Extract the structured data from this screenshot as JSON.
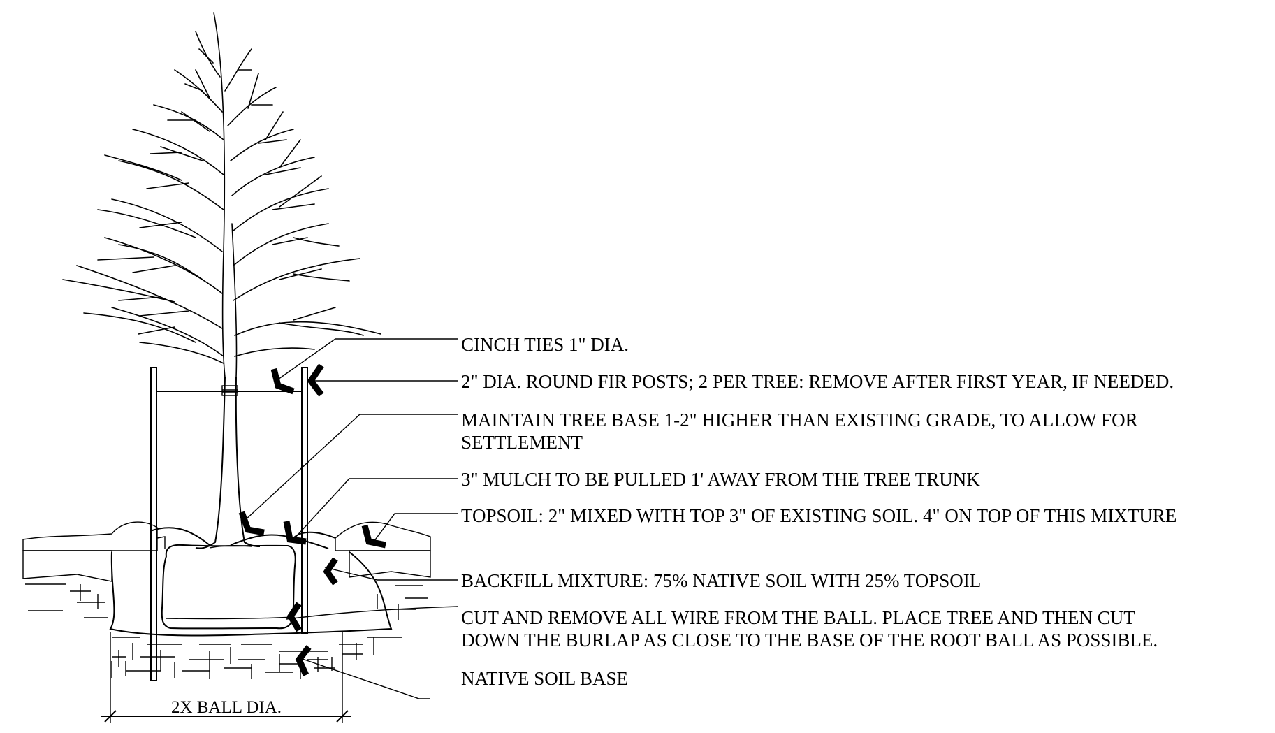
{
  "notes": [
    "CINCH TIES 1\" DIA.",
    "2\" DIA. ROUND FIR POSTS; 2 PER TREE: REMOVE AFTER FIRST YEAR, IF NEEDED.",
    "MAINTAIN TREE BASE 1-2\" HIGHER THAN EXISTING GRADE, TO ALLOW FOR",
    "SETTLEMENT",
    "3\" MULCH TO BE PULLED 1' AWAY FROM THE TREE TRUNK",
    "TOPSOIL: 2\" MIXED WITH TOP 3\" OF EXISTING SOIL. 4\" ON TOP OF THIS MIXTURE",
    "BACKFILL MIXTURE: 75% NATIVE SOIL WITH 25% TOPSOIL",
    "CUT AND REMOVE ALL WIRE FROM THE BALL. PLACE TREE AND THEN CUT",
    "DOWN THE BURLAP AS CLOSE TO THE BASE OF THE ROOT BALL AS POSSIBLE.",
    "NATIVE SOIL BASE"
  ],
  "dimension_label": "2X BALL DIA."
}
